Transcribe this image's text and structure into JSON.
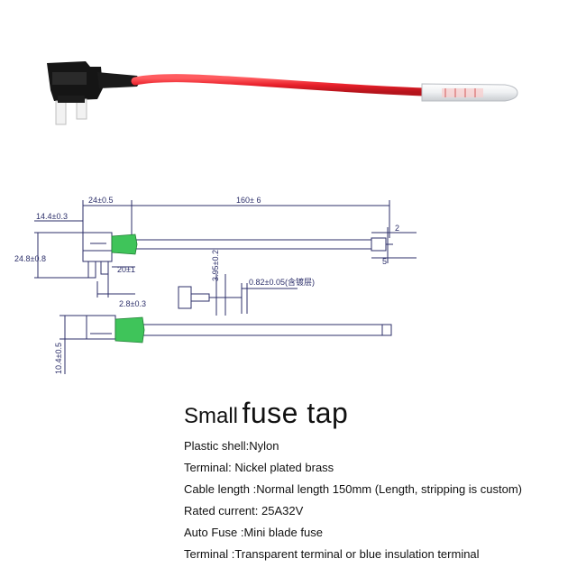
{
  "product_photo": {
    "alt": "fuse tap with red cable"
  },
  "drawing": {
    "dim_24": "24±0.5",
    "dim_160": "160± 6",
    "dim_14_4": "14.4±0.3",
    "dim_24_8": "24.8±0.8",
    "dim_20": "20±1",
    "dim_2_8": "2.8±0.3",
    "dim_3_95": "3.95±0.2",
    "dim_0_82": "0.82±0.05(含镀层)",
    "dim_2": "2",
    "dim_5": "5",
    "dim_10_4": "10.4±0.5"
  },
  "title": {
    "small": "Small",
    "main": "fuse tap"
  },
  "specs": [
    "Plastic shell:Nylon",
    "Terminal: Nickel plated brass",
    "Cable length :Normal length 150mm (Length, stripping is custom)",
    "Rated current: 25A32V",
    "Auto Fuse :Mini blade fuse",
    "Terminal :Transparent terminal or blue insulation terminal"
  ],
  "colors": {
    "wire_red": "#e8202a",
    "shell_black": "#151515",
    "drawing_line": "#2c2f6a",
    "terminal_green": "#3fc45a"
  }
}
